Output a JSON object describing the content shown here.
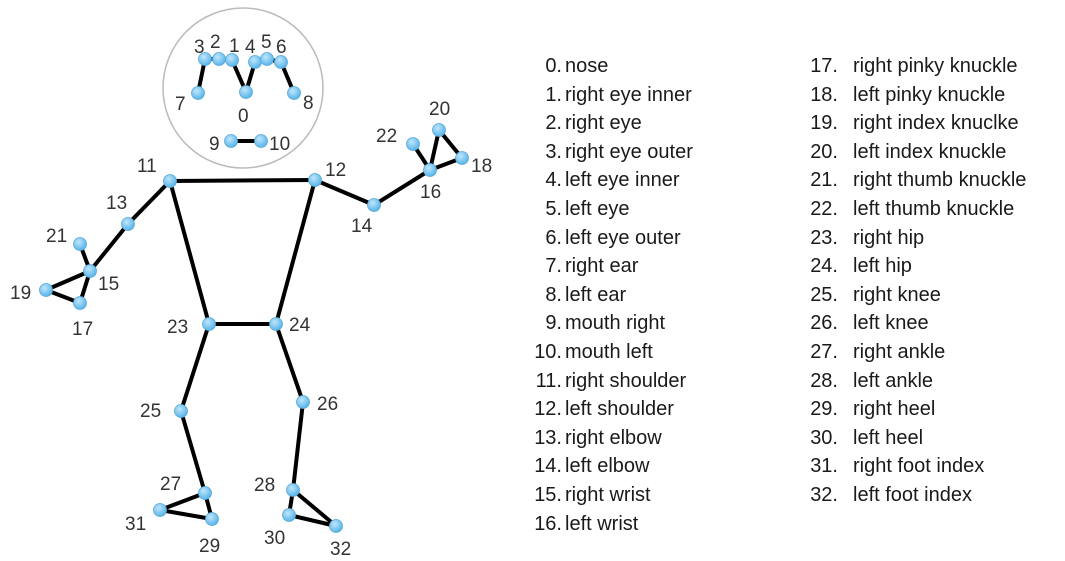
{
  "landmarks": [
    {
      "id": 0,
      "name": "nose"
    },
    {
      "id": 1,
      "name": "right eye inner"
    },
    {
      "id": 2,
      "name": "right eye"
    },
    {
      "id": 3,
      "name": "right eye outer"
    },
    {
      "id": 4,
      "name": "left eye inner"
    },
    {
      "id": 5,
      "name": "left eye"
    },
    {
      "id": 6,
      "name": "left eye outer"
    },
    {
      "id": 7,
      "name": "right ear"
    },
    {
      "id": 8,
      "name": "left ear"
    },
    {
      "id": 9,
      "name": "mouth right"
    },
    {
      "id": 10,
      "name": "mouth left"
    },
    {
      "id": 11,
      "name": "right shoulder"
    },
    {
      "id": 12,
      "name": "left shoulder"
    },
    {
      "id": 13,
      "name": "right elbow"
    },
    {
      "id": 14,
      "name": "left elbow"
    },
    {
      "id": 15,
      "name": "right wrist"
    },
    {
      "id": 16,
      "name": "left wrist"
    },
    {
      "id": 17,
      "name": "right pinky knuckle"
    },
    {
      "id": 18,
      "name": "left pinky knuckle"
    },
    {
      "id": 19,
      "name": "right index knuclke"
    },
    {
      "id": 20,
      "name": "left index knuckle"
    },
    {
      "id": 21,
      "name": "right thumb knuckle"
    },
    {
      "id": 22,
      "name": "left thumb knuckle"
    },
    {
      "id": 23,
      "name": "right hip"
    },
    {
      "id": 24,
      "name": "left hip"
    },
    {
      "id": 25,
      "name": "right knee"
    },
    {
      "id": 26,
      "name": "left knee"
    },
    {
      "id": 27,
      "name": "right ankle"
    },
    {
      "id": 28,
      "name": "left ankle"
    },
    {
      "id": 29,
      "name": "right heel"
    },
    {
      "id": 30,
      "name": "left heel"
    },
    {
      "id": 31,
      "name": "right foot index"
    },
    {
      "id": 32,
      "name": "left foot index"
    }
  ],
  "connections": [
    [
      3,
      2
    ],
    [
      2,
      1
    ],
    [
      1,
      0
    ],
    [
      0,
      4
    ],
    [
      4,
      5
    ],
    [
      5,
      6
    ],
    [
      3,
      7
    ],
    [
      6,
      8
    ],
    [
      9,
      10
    ],
    [
      11,
      12
    ],
    [
      11,
      23
    ],
    [
      12,
      24
    ],
    [
      23,
      24
    ],
    [
      11,
      13
    ],
    [
      13,
      15
    ],
    [
      15,
      17
    ],
    [
      15,
      19
    ],
    [
      17,
      19
    ],
    [
      15,
      21
    ],
    [
      12,
      14
    ],
    [
      14,
      16
    ],
    [
      16,
      18
    ],
    [
      16,
      20
    ],
    [
      18,
      20
    ],
    [
      16,
      22
    ],
    [
      23,
      25
    ],
    [
      25,
      27
    ],
    [
      27,
      29
    ],
    [
      27,
      31
    ],
    [
      29,
      31
    ],
    [
      24,
      26
    ],
    [
      26,
      28
    ],
    [
      28,
      30
    ],
    [
      28,
      32
    ],
    [
      30,
      32
    ]
  ],
  "colors": {
    "joint": "#4fb0e8",
    "bone": "#000000",
    "head_circle": "#bbbbbb"
  }
}
